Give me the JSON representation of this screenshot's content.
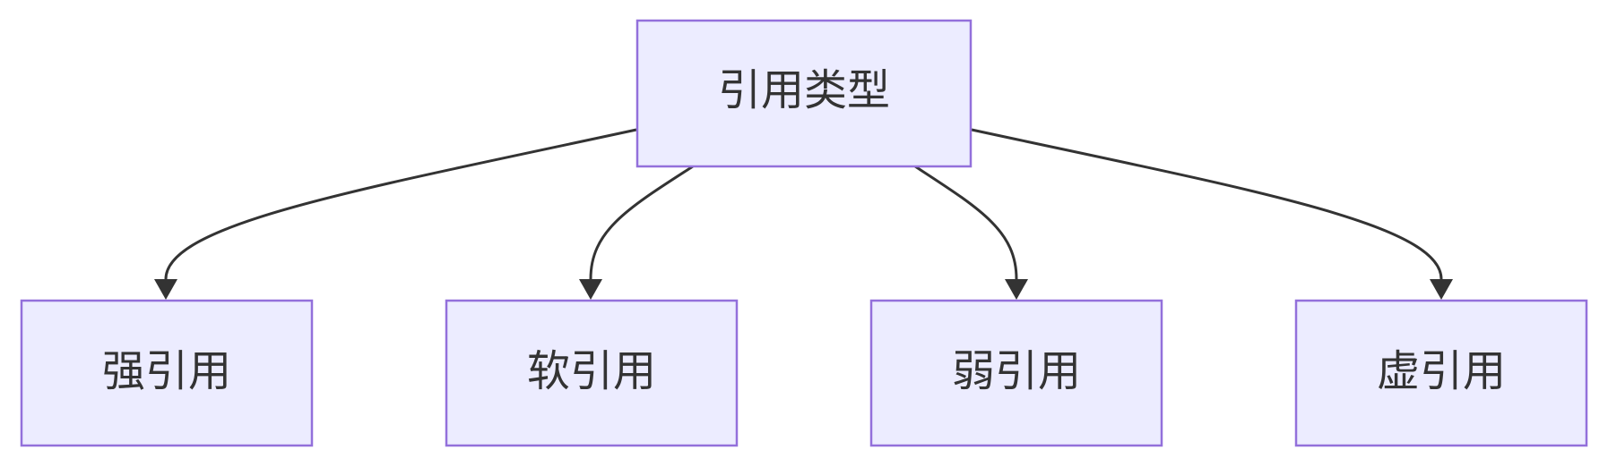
{
  "diagram": {
    "type": "flowchart",
    "root": {
      "id": "root",
      "label": "引用类型"
    },
    "children": [
      {
        "id": "strong",
        "label": "强引用"
      },
      {
        "id": "soft",
        "label": "软引用"
      },
      {
        "id": "weak",
        "label": "弱引用"
      },
      {
        "id": "phantom",
        "label": "虚引用"
      }
    ],
    "edges": [
      {
        "from": "root",
        "to": "strong"
      },
      {
        "from": "root",
        "to": "soft"
      },
      {
        "from": "root",
        "to": "weak"
      },
      {
        "from": "root",
        "to": "phantom"
      }
    ],
    "colors": {
      "node_fill": "#ececff",
      "node_border": "#9370db",
      "edge": "#333333",
      "text": "#333333"
    }
  }
}
